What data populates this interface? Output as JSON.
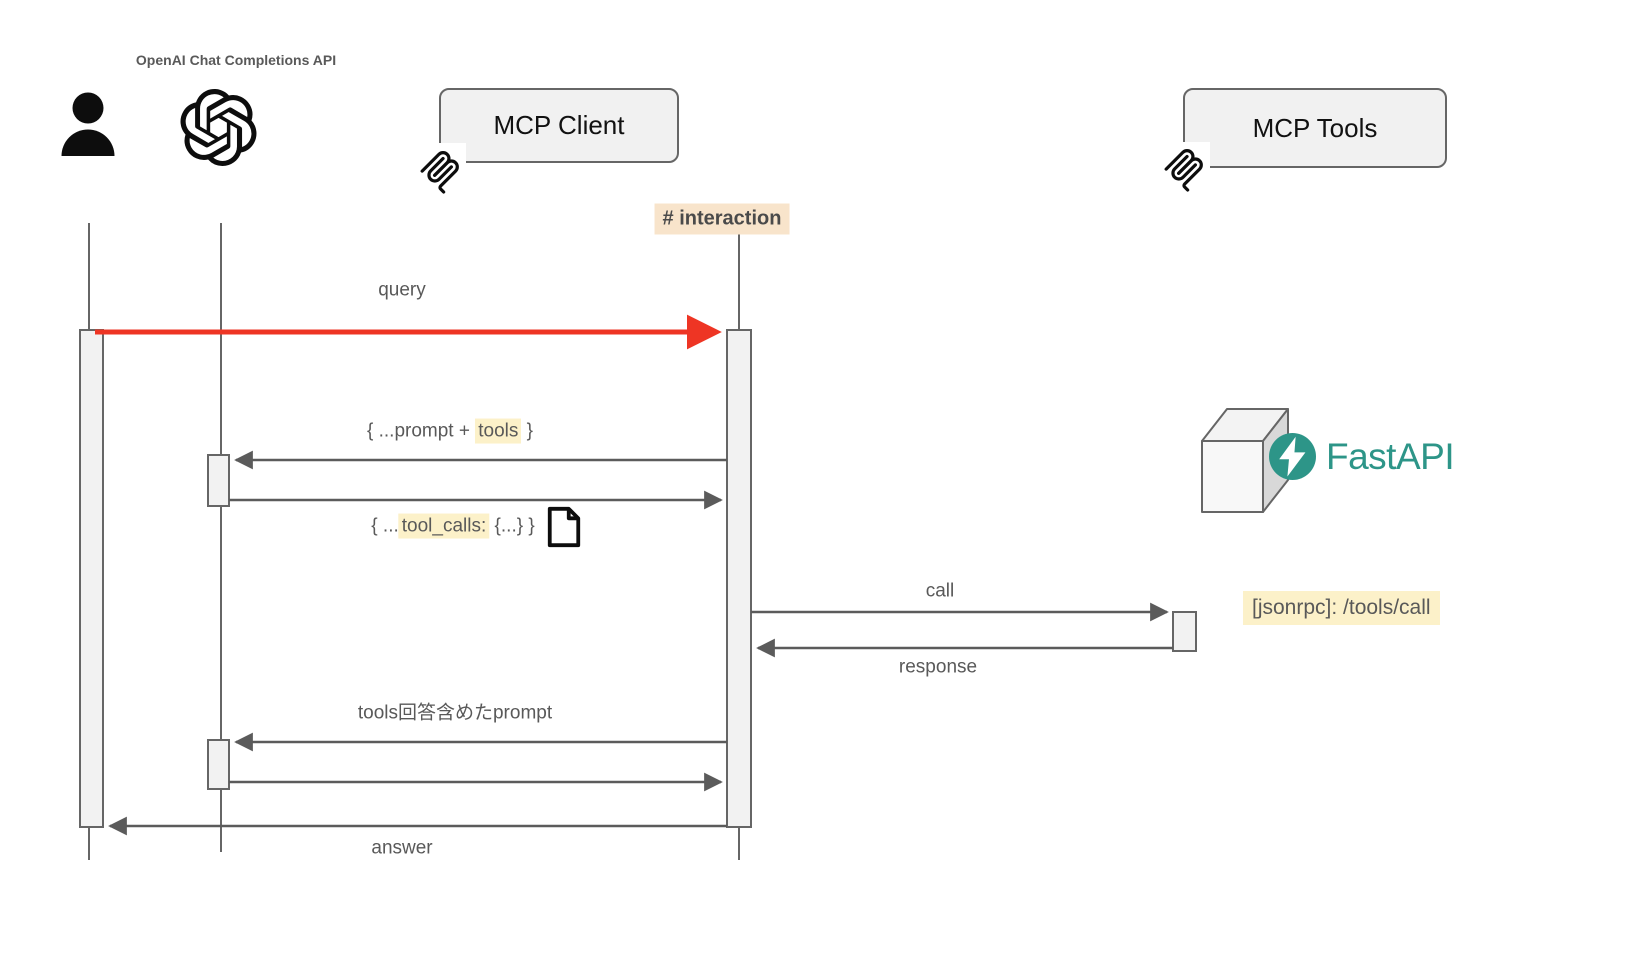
{
  "title": "MCP interaction sequence diagram",
  "actors": {
    "openai_api_label": "OpenAI Chat Completions API",
    "mcp_client": "MCP Client",
    "mcp_tools": "MCP Tools"
  },
  "note": "# interaction",
  "messages": {
    "query": "query",
    "prompt_tools": {
      "pre": "{ ...prompt + ",
      "highlight": "tools",
      "post": " }"
    },
    "tool_calls": {
      "pre": "{ ...",
      "highlight": "tool_calls:",
      "post": " {...} }"
    },
    "call": "call",
    "response": "response",
    "jsonrpc": "[jsonrpc]: /tools/call",
    "tools_answer_prompt": "tools回答含めたprompt",
    "answer": "answer"
  },
  "server": {
    "brand": "FastAPI"
  },
  "icons": [
    "user-icon",
    "openai-logo-icon",
    "mcp-logo-icon",
    "document-icon",
    "server-cube-icon",
    "fastapi-bolt-icon"
  ],
  "colors": {
    "query_arrow_red": "#ee3524",
    "arrow_gray": "#5b5b5b",
    "lifeline_gray": "#666666",
    "activation_fill": "#f2f2f2",
    "box_fill": "#f1f1f1",
    "highlight_yellow": "#fcf1c9",
    "highlight_peach": "#f8e4cb",
    "fastapi_teal": "#2d9588",
    "text_gray": "#595959"
  }
}
